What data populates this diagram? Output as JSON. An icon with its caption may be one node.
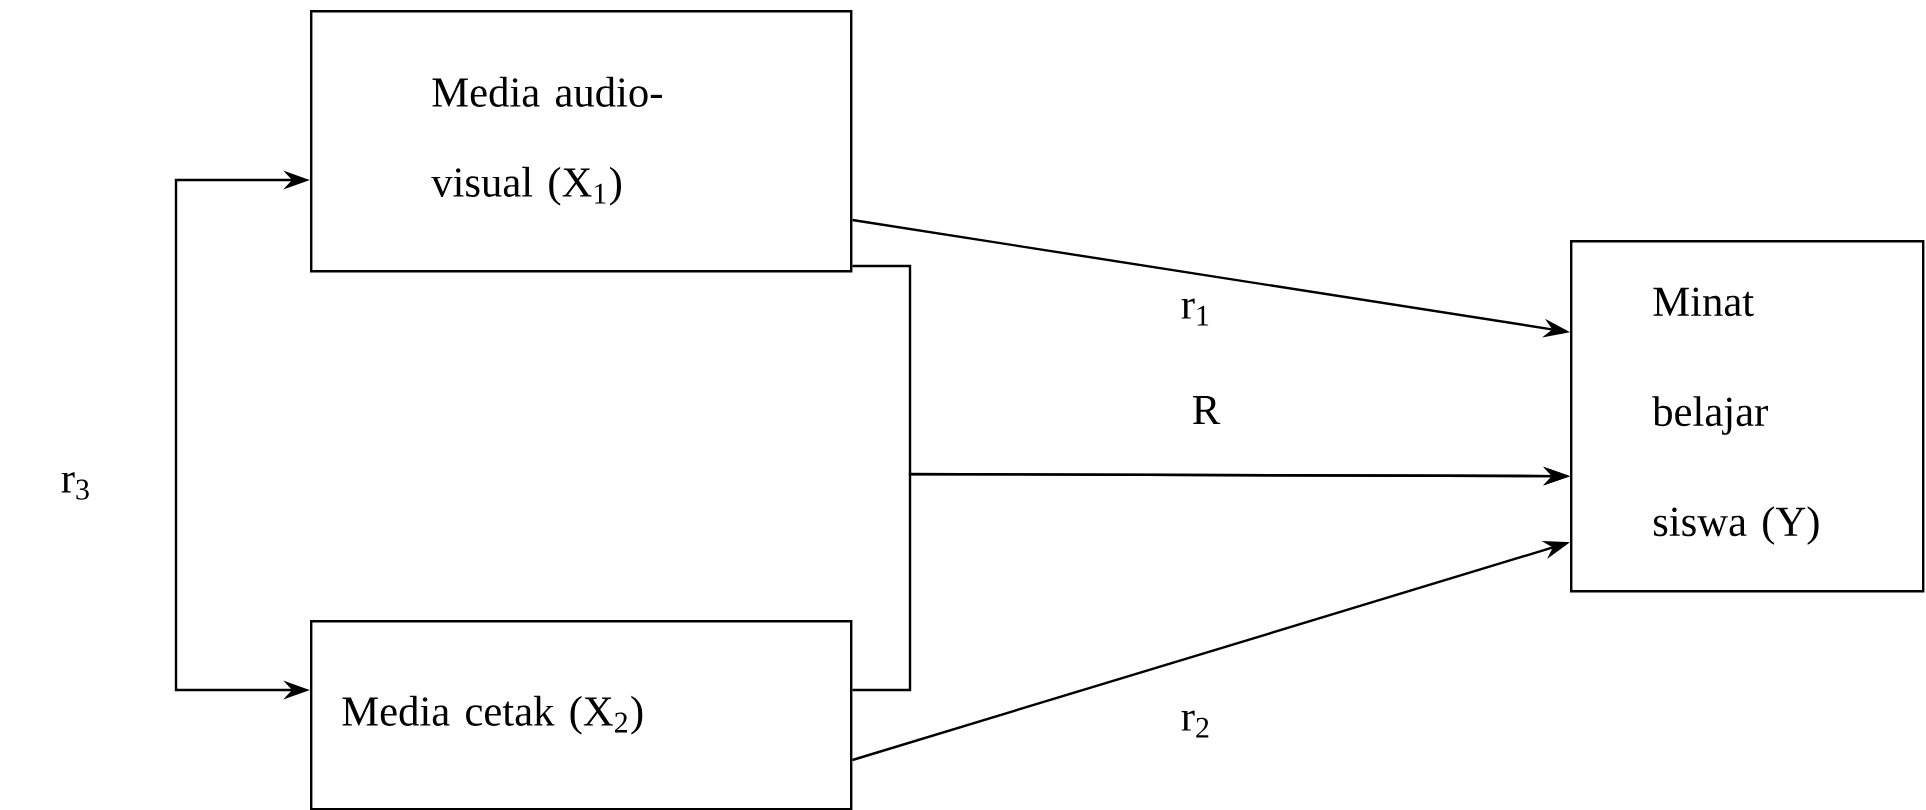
{
  "diagram": {
    "nodes": [
      {
        "text": [
          "Media audio-visual (X$_{1}$)"
        ]
      },
      {
        "text": [
          "Media cetak (X$_{2}$)"
        ]
      },
      {
        "text": [
          "Minat belajar siswa (Y)"
        ]
      }
    ],
    "edges": [
      {
        "from": 0,
        "to": 2,
        "arrow": "to",
        "label": "r$_{1}$"
      },
      {
        "from": 0,
        "to": 2,
        "arrow": "to",
        "label": "R"
      },
      {
        "from": 1,
        "to": 2,
        "arrow": "to"
      },
      {
        "from": 1,
        "to": 2,
        "arrow": "to",
        "label": "r$_{2}$"
      },
      {
        "from": 0,
        "to": 1,
        "arrow": "both",
        "label": "r$_{3}$"
      }
    ]
  }
}
